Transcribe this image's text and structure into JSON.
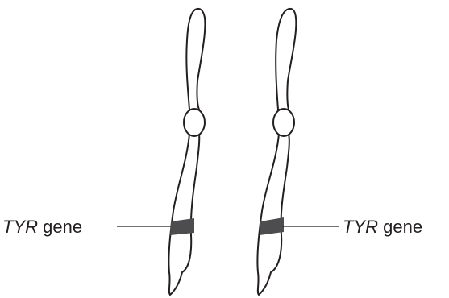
{
  "labels": {
    "left": {
      "gene_name": "TYR",
      "suffix": " gene"
    },
    "right": {
      "gene_name": "TYR",
      "suffix": " gene"
    }
  },
  "chromosomes": [
    {
      "id": "left-chromosome",
      "has_centromere": true,
      "band": "TYR gene"
    },
    {
      "id": "right-chromosome",
      "has_centromere": true,
      "band": "TYR gene"
    }
  ],
  "colors": {
    "outline": "#231f20",
    "band": "#4d4d4f",
    "background": "#ffffff"
  }
}
